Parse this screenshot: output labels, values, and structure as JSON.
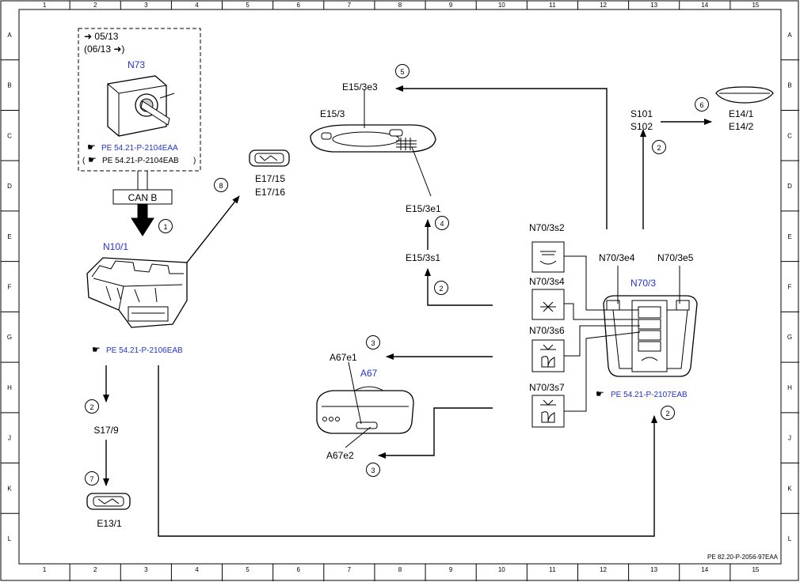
{
  "frame": {
    "columns": [
      "1",
      "2",
      "3",
      "4",
      "5",
      "6",
      "7",
      "8",
      "9",
      "10",
      "11",
      "12",
      "13",
      "14",
      "15"
    ],
    "rows": [
      "A",
      "B",
      "C",
      "D",
      "E",
      "F",
      "G",
      "H",
      "J",
      "K",
      "L"
    ],
    "doc_ref": "PE 82.20-P-2056-97EAA"
  },
  "n73": {
    "date_to": "➜ 05/13",
    "date_from": "(06/13 ➜)",
    "label": "N73",
    "ref1": "PE 54.21-P-2104EAA",
    "ref2": "PE 54.21-P-2104EAB",
    "ref2_open": "(",
    "ref2_close": ")"
  },
  "bus": {
    "label": "CAN B"
  },
  "n10": {
    "label": "N10/1",
    "ref": "PE 54.21-P-2106EAB"
  },
  "s17": {
    "label": "S17/9"
  },
  "e13": {
    "label": "E13/1"
  },
  "e17": {
    "label1": "E17/15",
    "label2": "E17/16"
  },
  "e15": {
    "unit": "E15/3",
    "e3": "E15/3e3",
    "e1": "E15/3e1",
    "s1": "E15/3s1"
  },
  "a67": {
    "label": "A67",
    "e1": "A67e1",
    "e2": "A67e2"
  },
  "n70": {
    "label": "N70/3",
    "s2": "N70/3s2",
    "s4": "N70/3s4",
    "s6": "N70/3s6",
    "s7": "N70/3s7",
    "e4": "N70/3e4",
    "e5": "N70/3e5",
    "ref": "PE 54.21-P-2107EAB"
  },
  "s101": {
    "label1": "S101",
    "label2": "S102"
  },
  "e14": {
    "label1": "E14/1",
    "label2": "E14/2"
  },
  "markers": {
    "m1": "1",
    "m2a": "2",
    "m2b": "2",
    "m2c": "2",
    "m2d": "2",
    "m3a": "3",
    "m3b": "3",
    "m4": "4",
    "m5": "5",
    "m6": "6",
    "m7": "7",
    "m8": "8"
  }
}
